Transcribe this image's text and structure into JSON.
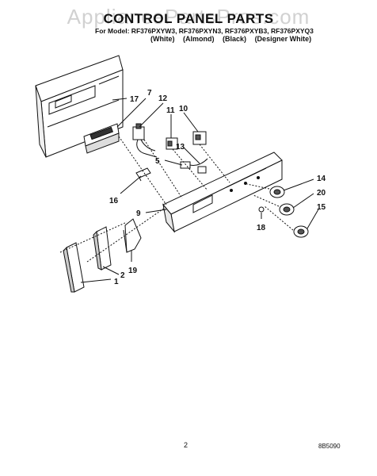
{
  "watermark": "AppliancePartsPros.com",
  "title": "CONTROL PANEL PARTS",
  "models_line": "For Model: RF376PXYW3, RF376PXYN3, RF376PXYB3, RF376PXYQ3",
  "colors": [
    "(White)",
    "(Almond)",
    "(Black)",
    "(Designer White)"
  ],
  "callouts": [
    "17",
    "7",
    "12",
    "11",
    "10",
    "13",
    "5",
    "16",
    "9",
    "14",
    "20",
    "15",
    "18",
    "2",
    "19",
    "1"
  ],
  "page_number": "2",
  "doc_code": "8B5090"
}
